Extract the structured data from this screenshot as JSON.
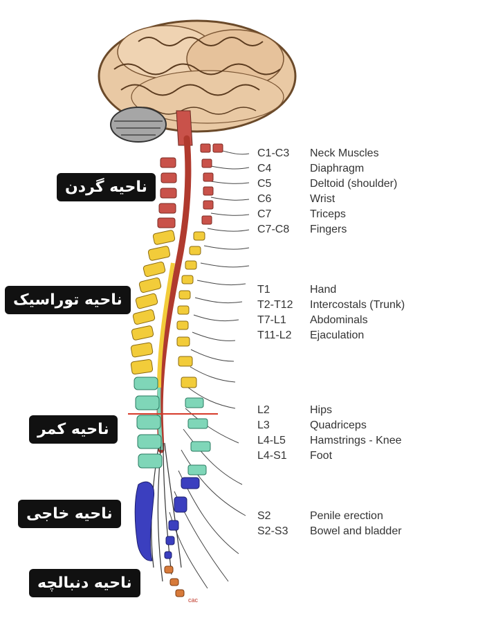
{
  "regions": [
    {
      "id": "cervical",
      "label": "ناحیه گردن"
    },
    {
      "id": "thoracic",
      "label": "ناحیه توراسیک"
    },
    {
      "id": "lumbar",
      "label": "ناحیه کمر"
    },
    {
      "id": "sacral",
      "label": "ناحیه خاجی"
    },
    {
      "id": "coccyx",
      "label": "ناحیه دنبالچه"
    }
  ],
  "segments": [
    {
      "code": "C1-C3",
      "function": "Neck Muscles"
    },
    {
      "code": "C4",
      "function": "Diaphragm"
    },
    {
      "code": "C5",
      "function": "Deltoid (shoulder)"
    },
    {
      "code": "C6",
      "function": "Wrist"
    },
    {
      "code": "C7",
      "function": "Triceps"
    },
    {
      "code": "C7-C8",
      "function": "Fingers"
    },
    {
      "code": "T1",
      "function": "Hand"
    },
    {
      "code": "T2-T12",
      "function": "Intercostals (Trunk)"
    },
    {
      "code": "T7-L1",
      "function": "Abdominals"
    },
    {
      "code": "T11-L2",
      "function": "Ejaculation"
    },
    {
      "code": "L2",
      "function": "Hips"
    },
    {
      "code": "L3",
      "function": "Quadriceps"
    },
    {
      "code": "L4-L5",
      "function": "Hamstrings - Knee"
    },
    {
      "code": "L4-S1",
      "function": "Foot"
    },
    {
      "code": "S2",
      "function": "Penile erection"
    },
    {
      "code": "S2-S3",
      "function": "Bowel and bladder"
    }
  ],
  "coccyx_tag": "cac",
  "colors": {
    "cervical": "#c9524a",
    "thoracic": "#f2cc3a",
    "lumbar": "#7fd6b8",
    "sacral": "#3b3fbf",
    "coccyx": "#d77a3a",
    "cord": "#b03a2e",
    "brain": "#e9c9a4",
    "label_bg": "#111111",
    "divider": "#d63a2a"
  }
}
